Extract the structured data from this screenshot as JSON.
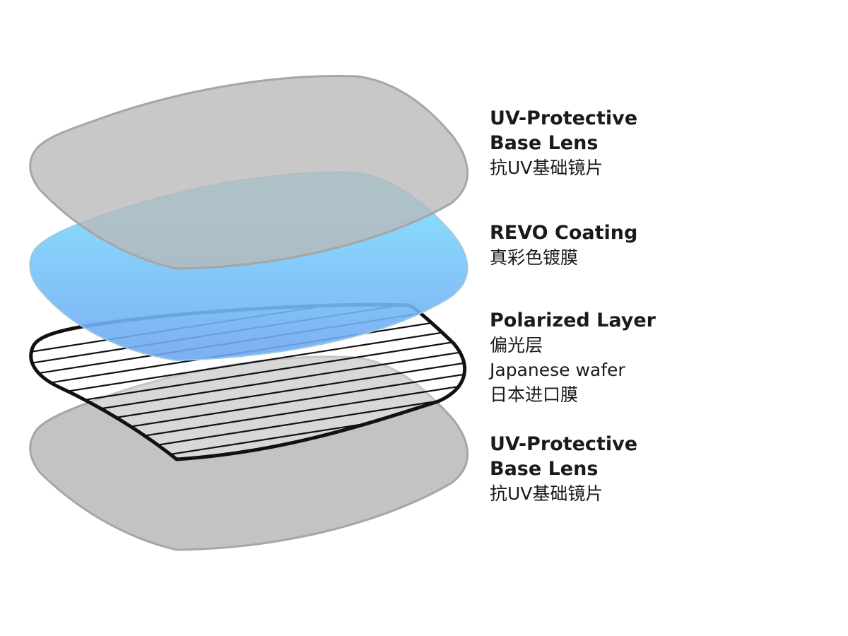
{
  "colors": {
    "base_lens_fill": "#b9b9b9",
    "base_lens_stroke": "#a6a6a6",
    "revo_top": "#7fe3ff",
    "revo_bottom": "#6fa6f2",
    "polarized_stroke": "#111111"
  },
  "layers": [
    {
      "title_lines": [
        "UV-Protective",
        "Base Lens"
      ],
      "subtitle": "抗UV基础镜片"
    },
    {
      "title_lines": [
        "REVO Coating"
      ],
      "subtitle": "真彩色镀膜"
    },
    {
      "title_lines": [
        "Polarized Layer"
      ],
      "subtitle": "偏光层",
      "note": "Japanese wafer",
      "note_cn": "日本进口膜"
    },
    {
      "title_lines": [
        "UV-Protective",
        "Base Lens"
      ],
      "subtitle": "抗UV基础镜片"
    }
  ]
}
